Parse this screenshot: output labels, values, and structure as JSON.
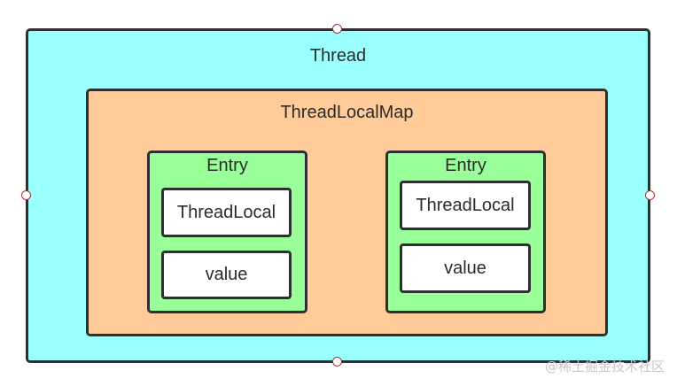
{
  "thread": {
    "label": "Thread"
  },
  "map": {
    "label": "ThreadLocalMap"
  },
  "entries": [
    {
      "label": "Entry",
      "key": "ThreadLocal",
      "value": "value"
    },
    {
      "label": "Entry",
      "key": "ThreadLocal",
      "value": "value"
    }
  ],
  "watermark": "@稀土掘金技术社区",
  "colors": {
    "thread_fill": "#99ffff",
    "map_fill": "#ffcc99",
    "entry_fill": "#99ff99",
    "leaf_fill": "#ffffff",
    "border": "#2f2f2f",
    "handle": "#b03030"
  }
}
